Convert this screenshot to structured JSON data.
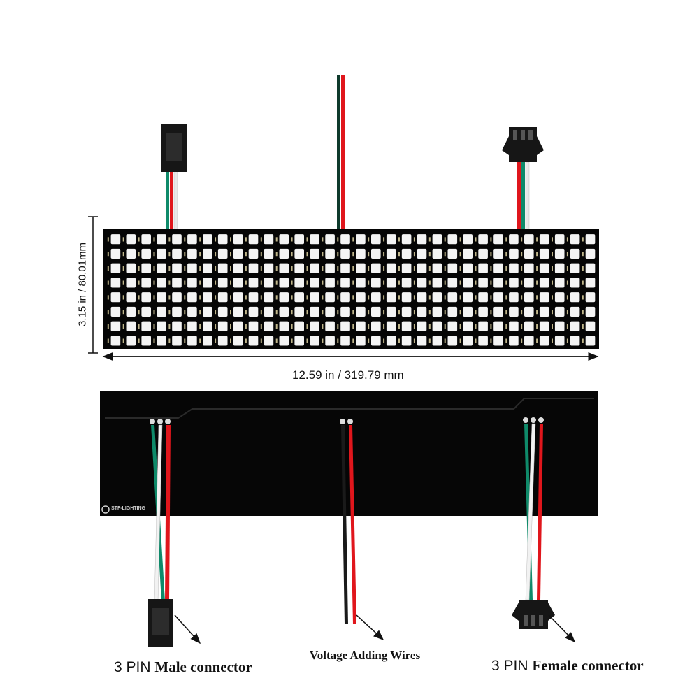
{
  "dimensions": {
    "height_label": "3.15 in / 80.01mm",
    "width_label": "12.59 in / 319.79 mm"
  },
  "led_matrix": {
    "columns": 32,
    "rows": 8
  },
  "back_panel": {
    "logo_text": "STF-LIGHTING"
  },
  "labels": {
    "male_prefix": "3 PIN",
    "male_suffix": "Male connector",
    "voltage": "Voltage Adding Wires",
    "female_prefix": "3 PIN",
    "female_suffix": "Female connector"
  },
  "colors": {
    "panel": "#050505",
    "wire_green": "#0f8a6a",
    "wire_red": "#e0161c",
    "wire_white": "#f2f2f2",
    "wire_black": "#1a1a1a"
  }
}
